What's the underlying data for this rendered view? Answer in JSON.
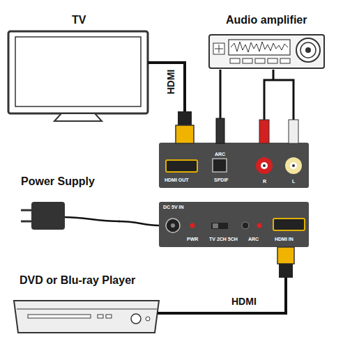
{
  "diagram": {
    "nodes": [
      {
        "text": [
          "TV"
        ]
      },
      {
        "text": [
          "Audio amplifier"
        ]
      },
      {
        "text": [
          "HDMI OUT",
          "ARC",
          "SPDIF",
          "R",
          "L"
        ]
      },
      {
        "text": [
          "Power Supply"
        ]
      },
      {
        "text": [
          "DC 5V IN",
          "PWR",
          "TV 2CH 5CH",
          "ARC",
          "HDMI IN"
        ]
      },
      {
        "text": [
          "DVD or Blu-ray Player"
        ]
      }
    ],
    "edges": [
      {
        "from": 0,
        "to": 2,
        "label": "HDMI",
        "arrow": "none"
      },
      {
        "from": 1,
        "to": 2,
        "arrow": "none"
      },
      {
        "from": 3,
        "to": 4,
        "arrow": "none"
      },
      {
        "from": 5,
        "to": 4,
        "label": "HDMI",
        "arrow": "none"
      }
    ]
  }
}
